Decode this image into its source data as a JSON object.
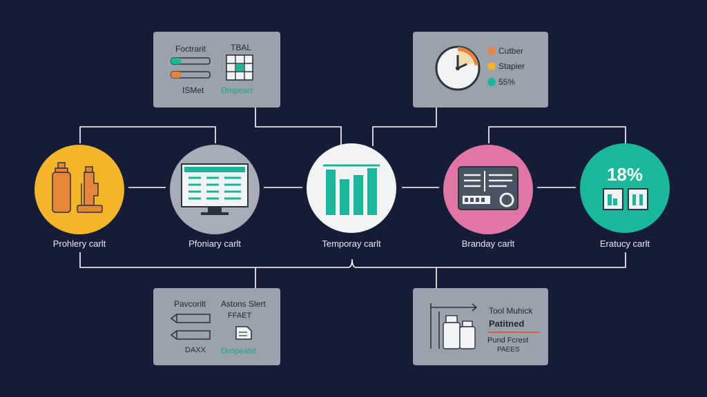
{
  "colors": {
    "background": "#141d35",
    "connector": "#ffffff",
    "card": "#9aa2ad",
    "teal": "#1ab89a",
    "yellow": "#f5b52a",
    "gray_node": "#a7adb7",
    "white_node": "#f2f3f5",
    "pink": "#e176a6",
    "orange": "#e7853a"
  },
  "nodes": [
    {
      "label": "Prohlery carlt",
      "color": "#f5b52a",
      "icon": "bottles-icon"
    },
    {
      "label": "Pfoniary carlt",
      "color": "#a7adb7",
      "icon": "monitor-icon"
    },
    {
      "label": "Temporay carlt",
      "color": "#f2f3f5",
      "icon": "bar-chart-icon"
    },
    {
      "label": "Branday carlt",
      "color": "#e176a6",
      "icon": "panel-icon"
    },
    {
      "label": "Eratucy carlt",
      "color": "#1ab89a",
      "icon": "calendar-icon",
      "value": "18%"
    }
  ],
  "cards": {
    "top_left": {
      "title_a": "Foctrarit",
      "title_b": "TBAL",
      "label_a": "ISMet",
      "label_b": "Dmpeart"
    },
    "top_right": {
      "legend": [
        {
          "label": "Cutber",
          "color": "#e7853a"
        },
        {
          "label": "Stapier",
          "color": "#f5b52a"
        },
        {
          "label": "55%",
          "color": "#1ab89a"
        }
      ]
    },
    "bottom_left": {
      "title_a": "Pavcorilt",
      "title_b": "Astons Slert",
      "sub_b": "FFAET",
      "label_a": "DAXX",
      "label_b": "Drnpealst"
    },
    "bottom_right": {
      "line1": "Tool Muhick",
      "line2": "Patitned",
      "line3": "Pund Fcrest",
      "line4": "PAEES"
    }
  }
}
